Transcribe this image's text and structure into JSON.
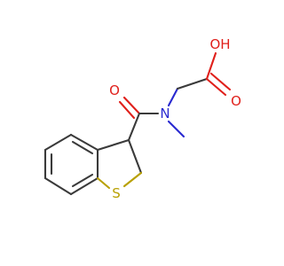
{
  "molecule": {
    "atoms": {
      "hydroxyl_label": "OH",
      "carboxyl_oxygen_label": "O",
      "amide_oxygen_label": "O",
      "nitrogen_label": "N",
      "sulfur_label": "S"
    },
    "colors": {
      "bond": "#3a3a3a",
      "oxygen": "#e0201b",
      "nitrogen": "#2a2ad0",
      "sulfur": "#b8a000",
      "background": "#ffffff"
    }
  }
}
